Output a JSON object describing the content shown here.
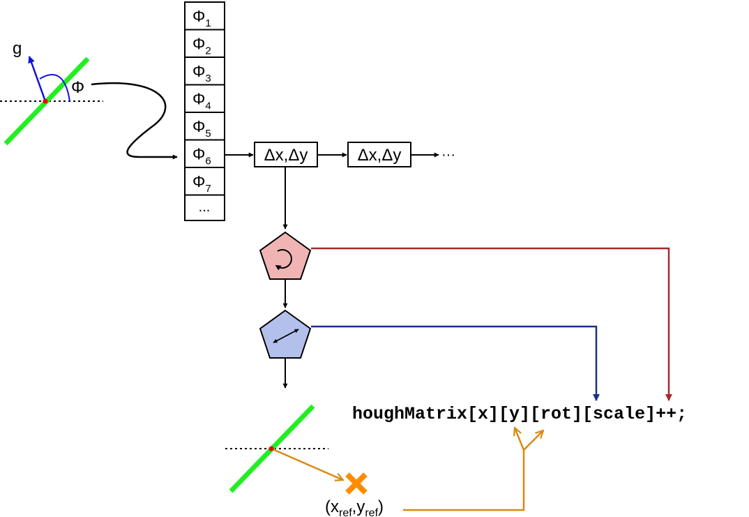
{
  "labels": {
    "gradient": "g",
    "angle": "Φ"
  },
  "r_table": {
    "rows": [
      {
        "symbol": "Φ",
        "index": "1"
      },
      {
        "symbol": "Φ",
        "index": "2"
      },
      {
        "symbol": "Φ",
        "index": "3"
      },
      {
        "symbol": "Φ",
        "index": "4"
      },
      {
        "symbol": "Φ",
        "index": "5"
      },
      {
        "symbol": "Φ",
        "index": "6"
      },
      {
        "symbol": "Φ",
        "index": "7"
      }
    ],
    "ellipsis": "..."
  },
  "offset_chain": {
    "entries": [
      "Δx,Δy",
      "Δx,Δy"
    ],
    "ellipsis": "···"
  },
  "code": "houghMatrix[x][y][rot][scale]++;",
  "reference_point": {
    "prefix": "(x",
    "x_sub": "ref",
    "sep": ",y",
    "y_sub": "ref",
    "suffix": ")"
  },
  "colors": {
    "edge": "#22ee22",
    "gradient": "#1010dd",
    "rotation_fill": "#f0b4b4",
    "rotation_line": "#a52a2a",
    "scale_fill": "#b4c0ec",
    "scale_line": "#1a2f8c",
    "reference": "#d88a10",
    "marker": "#ff8c00"
  }
}
